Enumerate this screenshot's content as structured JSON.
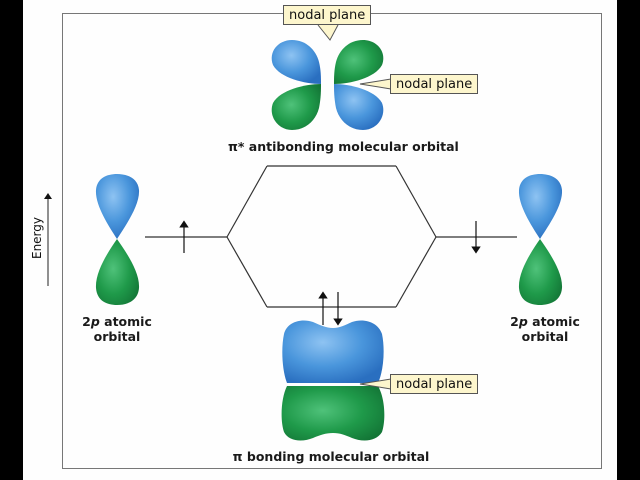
{
  "diagram": {
    "axis_label": "Energy",
    "antibonding_label": "π* antibonding molecular orbital",
    "bonding_label": "π bonding molecular orbital",
    "atomic_orbital_left": {
      "prefix": "2",
      "italic": "p",
      "suffix": " atomic",
      "line2": "orbital"
    },
    "atomic_orbital_right": {
      "prefix": "2",
      "italic": "p",
      "suffix": " atomic",
      "line2": "orbital"
    },
    "callouts": [
      "nodal plane",
      "nodal plane",
      "nodal plane"
    ],
    "electrons": {
      "left_atomic": "up",
      "right_atomic": "down",
      "bonding": [
        "up",
        "down"
      ],
      "antibonding": []
    },
    "colors": {
      "lobe_blue": "#3f8fd8",
      "lobe_green": "#1f9a4a",
      "callout_bg": "#fdf6cd"
    }
  }
}
